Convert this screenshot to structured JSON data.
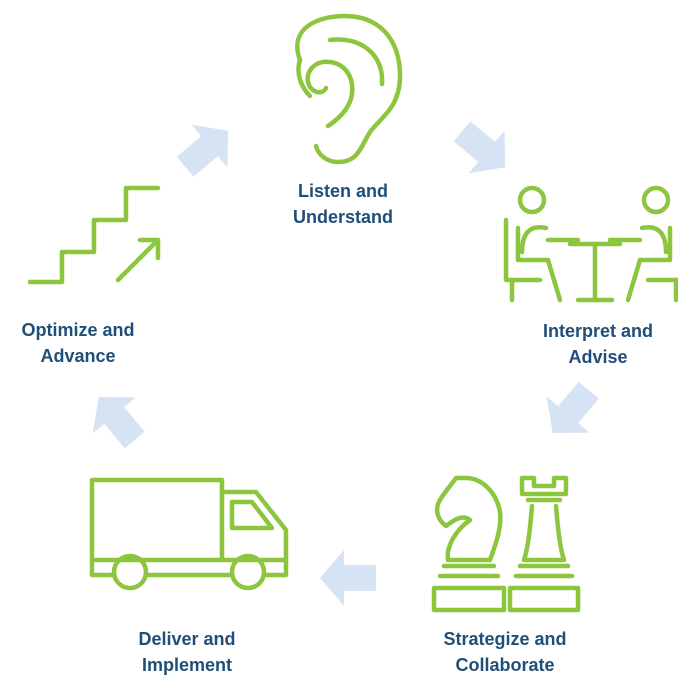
{
  "steps": [
    {
      "line1": "Listen and",
      "line2": "Understand",
      "icon": "ear-icon"
    },
    {
      "line1": "Interpret and",
      "line2": "Advise",
      "icon": "meeting-table-icon"
    },
    {
      "line1": "Strategize and",
      "line2": "Collaborate",
      "icon": "chess-pieces-icon"
    },
    {
      "line1": "Deliver and",
      "line2": "Implement",
      "icon": "delivery-truck-icon"
    },
    {
      "line1": "Optimize and",
      "line2": "Advance",
      "icon": "stairs-growth-icon"
    }
  ],
  "colors": {
    "icon": "#8cc63f",
    "label": "#1f4e79",
    "arrow": "#d5e3f4"
  }
}
